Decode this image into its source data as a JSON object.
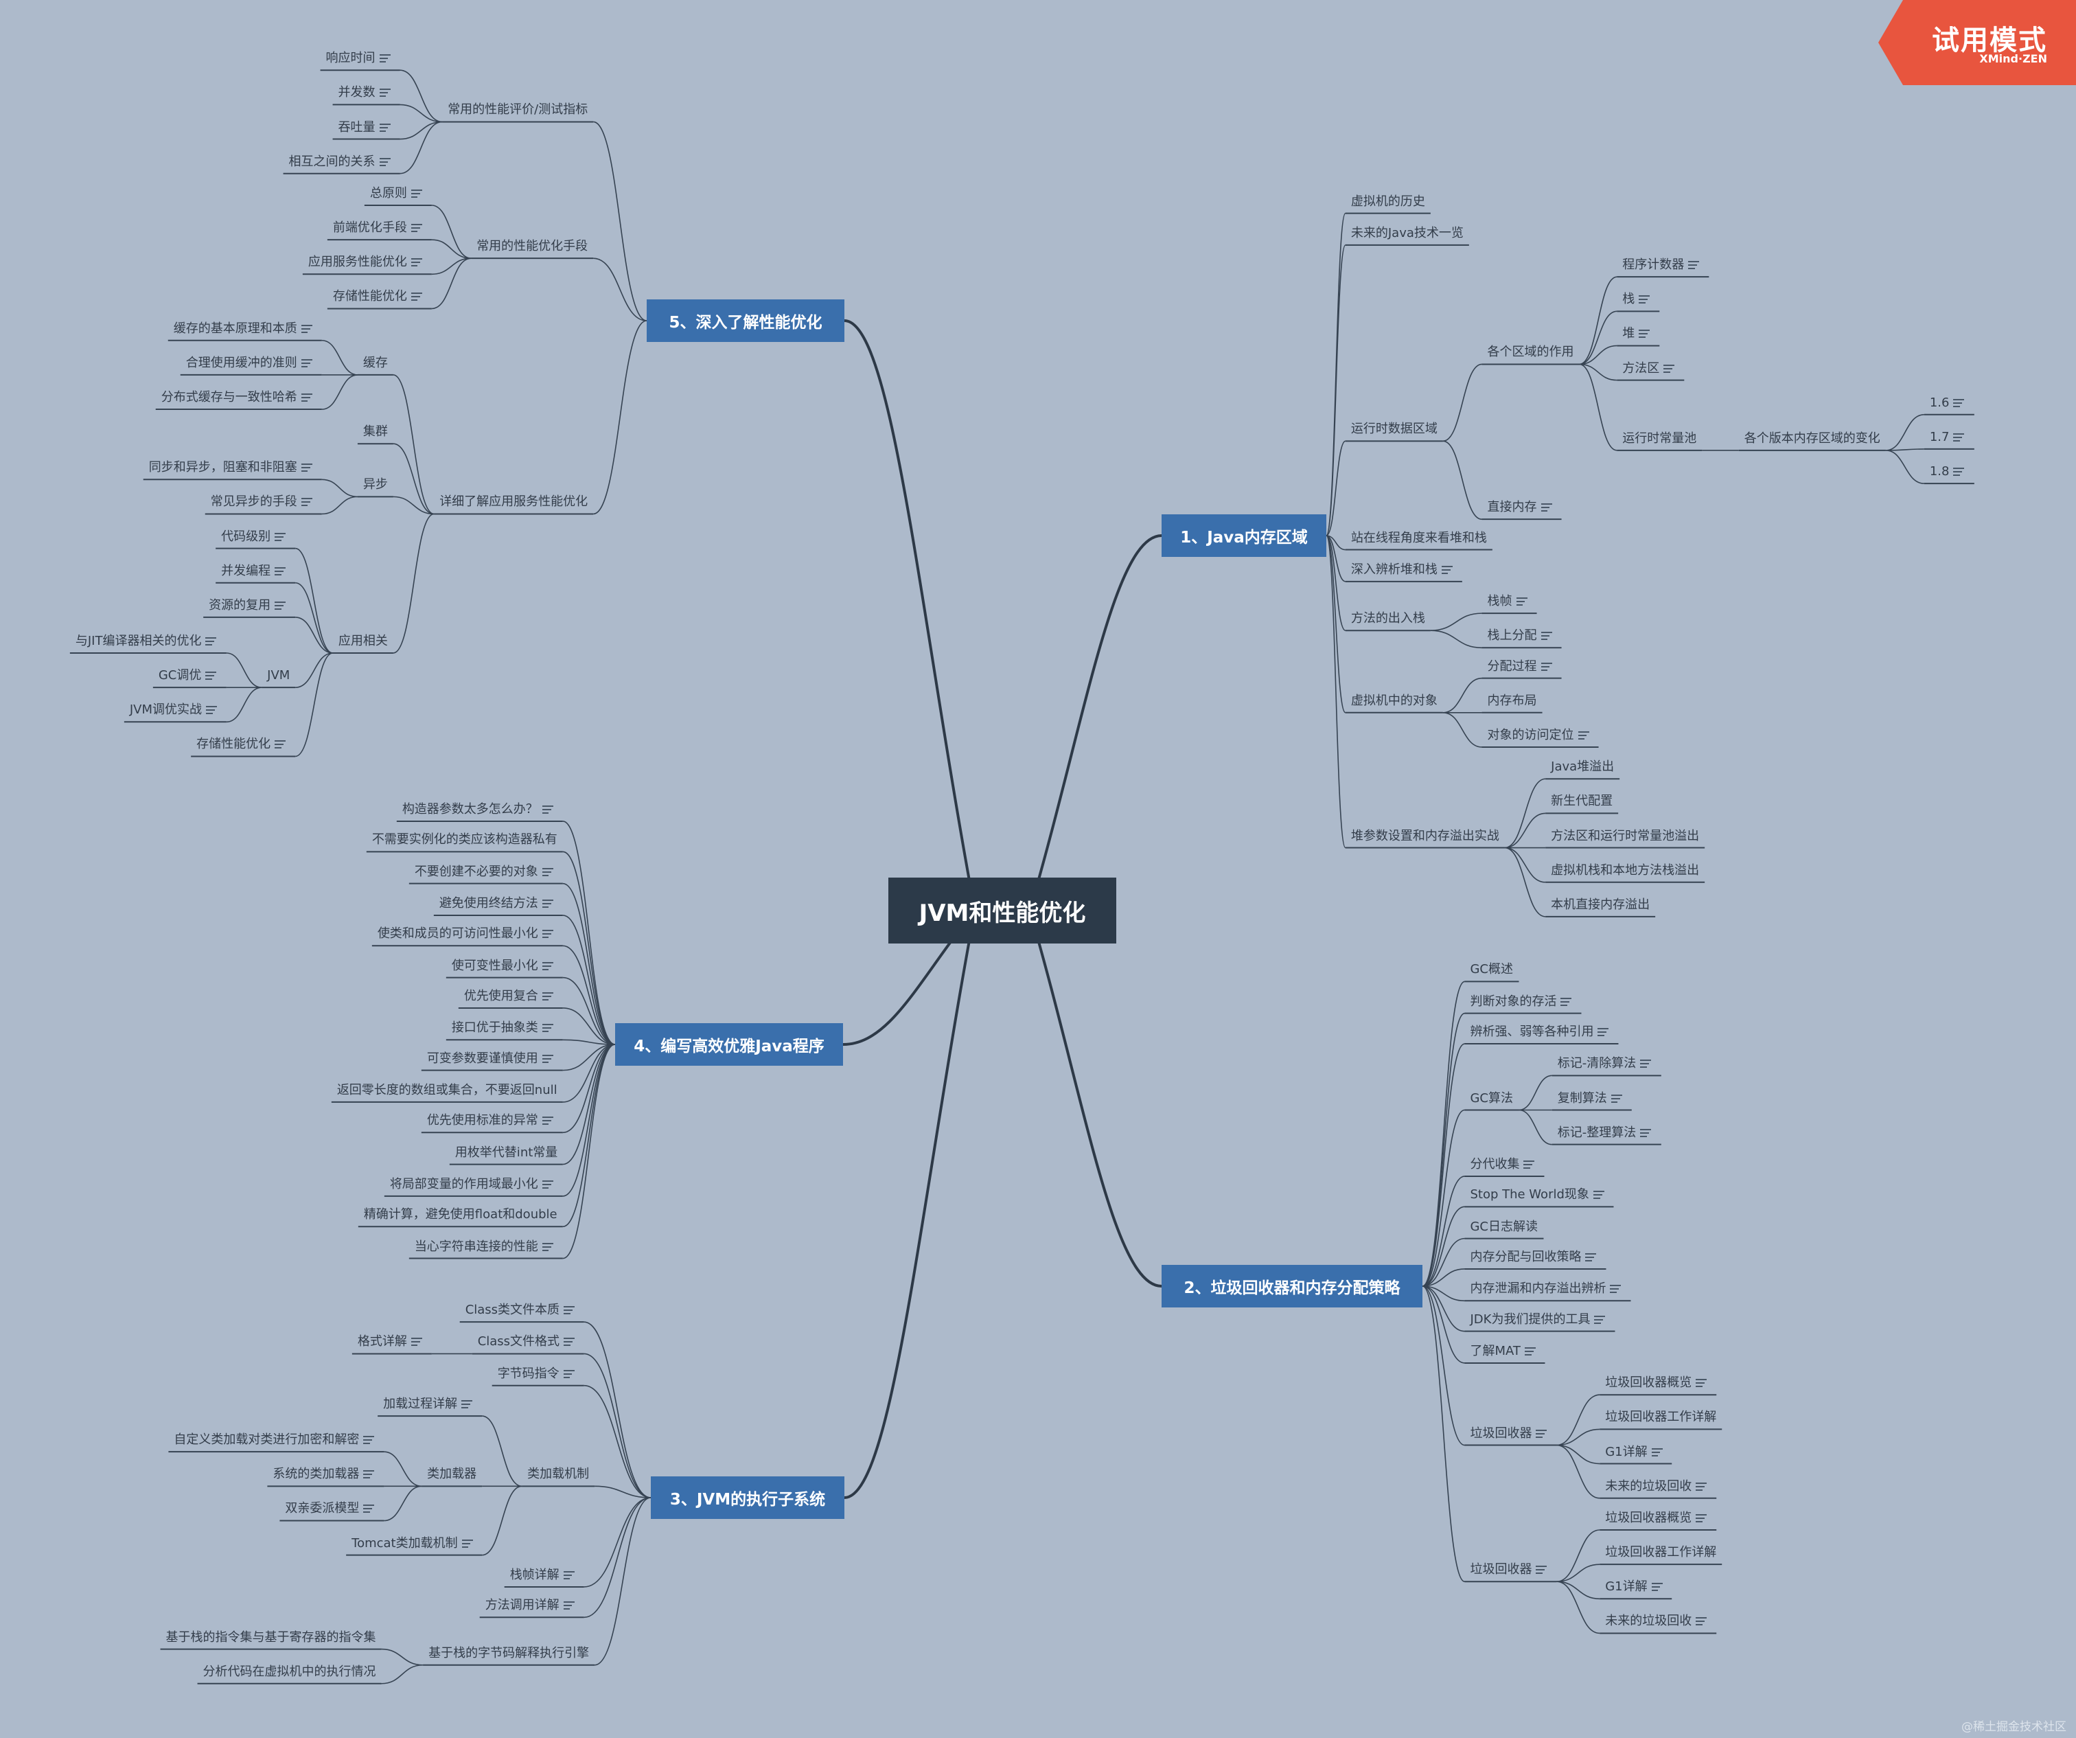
{
  "central": "JVM和性能优化",
  "trial": {
    "title": "试用模式",
    "brand": "XMind·ZEN"
  },
  "watermark": "@稀土掘金技术社区",
  "branches": [
    {
      "label": "1、Java内存区域",
      "children": [
        {
          "label": "虚拟机的历史"
        },
        {
          "label": "未来的Java技术一览"
        },
        {
          "label": "运行时数据区域",
          "children": [
            {
              "label": "各个区域的作用",
              "children": [
                {
                  "label": "程序计数器",
                  "note": true
                },
                {
                  "label": "栈",
                  "note": true
                },
                {
                  "label": "堆",
                  "note": true
                },
                {
                  "label": "方法区",
                  "note": true
                },
                {
                  "label": "运行时常量池",
                  "children": [
                    {
                      "label": "各个版本内存区域的变化",
                      "children": [
                        {
                          "label": "1.6",
                          "note": true
                        },
                        {
                          "label": "1.7",
                          "note": true
                        },
                        {
                          "label": "1.8",
                          "note": true
                        }
                      ]
                    }
                  ]
                }
              ]
            },
            {
              "label": "直接内存",
              "note": true
            }
          ]
        },
        {
          "label": "站在线程角度来看堆和栈"
        },
        {
          "label": "深入辨析堆和栈",
          "note": true
        },
        {
          "label": "方法的出入栈",
          "children": [
            {
              "label": "栈帧",
              "note": true
            },
            {
              "label": "栈上分配",
              "note": true
            }
          ]
        },
        {
          "label": "虚拟机中的对象",
          "children": [
            {
              "label": "分配过程",
              "note": true
            },
            {
              "label": "内存布局"
            },
            {
              "label": "对象的访问定位",
              "note": true
            }
          ]
        },
        {
          "label": "堆参数设置和内存溢出实战",
          "children": [
            {
              "label": "Java堆溢出"
            },
            {
              "label": "新生代配置"
            },
            {
              "label": "方法区和运行时常量池溢出"
            },
            {
              "label": "虚拟机栈和本地方法栈溢出"
            },
            {
              "label": "本机直接内存溢出"
            }
          ]
        }
      ]
    },
    {
      "label": "2、垃圾回收器和内存分配策略",
      "children": [
        {
          "label": "GC概述"
        },
        {
          "label": "判断对象的存活",
          "note": true
        },
        {
          "label": "辨析强、弱等各种引用",
          "note": true
        },
        {
          "label": "GC算法",
          "children": [
            {
              "label": "标记-清除算法",
              "note": true
            },
            {
              "label": "复制算法",
              "note": true
            },
            {
              "label": "标记-整理算法",
              "note": true
            }
          ]
        },
        {
          "label": "分代收集",
          "note": true
        },
        {
          "label": "Stop The World现象",
          "note": true
        },
        {
          "label": "GC日志解读"
        },
        {
          "label": "内存分配与回收策略",
          "note": true
        },
        {
          "label": "内存泄漏和内存溢出辨析",
          "note": true
        },
        {
          "label": "JDK为我们提供的工具",
          "note": true
        },
        {
          "label": "了解MAT",
          "note": true
        },
        {
          "label": "垃圾回收器",
          "note": true,
          "children": [
            {
              "label": "垃圾回收器概览",
              "note": true
            },
            {
              "label": "垃圾回收器工作详解"
            },
            {
              "label": "G1详解",
              "note": true
            },
            {
              "label": "未来的垃圾回收",
              "note": true
            }
          ]
        },
        {
          "label": "垃圾回收器",
          "note": true,
          "children": [
            {
              "label": "垃圾回收器概览",
              "note": true
            },
            {
              "label": "垃圾回收器工作详解"
            },
            {
              "label": "G1详解",
              "note": true
            },
            {
              "label": "未来的垃圾回收",
              "note": true
            }
          ]
        }
      ]
    },
    {
      "label": "3、JVM的执行子系统",
      "children": [
        {
          "label": "Class类文件本质",
          "note": true
        },
        {
          "label": "Class文件格式",
          "note": true,
          "children": [
            {
              "label": "格式详解",
              "note": true
            }
          ]
        },
        {
          "label": "字节码指令",
          "note": true
        },
        {
          "label": "类加载机制",
          "children": [
            {
              "label": "加载过程详解",
              "note": true
            },
            {
              "label": "类加载器",
              "children": [
                {
                  "label": "自定义类加载对类进行加密和解密",
                  "note": true
                },
                {
                  "label": "系统的类加载器",
                  "note": true
                },
                {
                  "label": "双亲委派模型",
                  "note": true
                }
              ]
            },
            {
              "label": "Tomcat类加载机制",
              "note": true
            }
          ]
        },
        {
          "label": "栈帧详解",
          "note": true
        },
        {
          "label": "方法调用详解",
          "note": true
        },
        {
          "label": "基于栈的字节码解释执行引擎",
          "children": [
            {
              "label": "基于栈的指令集与基于寄存器的指令集"
            },
            {
              "label": "分析代码在虚拟机中的执行情况"
            }
          ]
        }
      ]
    },
    {
      "label": "4、编写高效优雅Java程序",
      "children": [
        {
          "label": "构造器参数太多怎么办？",
          "note": true
        },
        {
          "label": "不需要实例化的类应该构造器私有"
        },
        {
          "label": "不要创建不必要的对象",
          "note": true
        },
        {
          "label": "避免使用终结方法",
          "note": true
        },
        {
          "label": "使类和成员的可访问性最小化",
          "note": true
        },
        {
          "label": "使可变性最小化",
          "note": true
        },
        {
          "label": "优先使用复合",
          "note": true
        },
        {
          "label": "接口优于抽象类",
          "note": true
        },
        {
          "label": "可变参数要谨慎使用",
          "note": true
        },
        {
          "label": "返回零长度的数组或集合，不要返回null"
        },
        {
          "label": "优先使用标准的异常",
          "note": true
        },
        {
          "label": "用枚举代替int常量"
        },
        {
          "label": "将局部变量的作用域最小化",
          "note": true
        },
        {
          "label": "精确计算，避免使用float和double"
        },
        {
          "label": "当心字符串连接的性能",
          "note": true
        }
      ]
    },
    {
      "label": "5、深入了解性能优化",
      "children": [
        {
          "label": "常用的性能评价/测试指标",
          "children": [
            {
              "label": "响应时间",
              "note": true
            },
            {
              "label": "并发数",
              "note": true
            },
            {
              "label": "吞吐量",
              "note": true
            },
            {
              "label": "相互之间的关系",
              "note": true
            }
          ]
        },
        {
          "label": "常用的性能优化手段",
          "children": [
            {
              "label": "总原则",
              "note": true
            },
            {
              "label": "前端优化手段",
              "note": true
            },
            {
              "label": "应用服务性能优化",
              "note": true
            },
            {
              "label": "存储性能优化",
              "note": true
            }
          ]
        },
        {
          "label": "详细了解应用服务性能优化",
          "children": [
            {
              "label": "缓存",
              "children": [
                {
                  "label": "缓存的基本原理和本质",
                  "note": true
                },
                {
                  "label": "合理使用缓冲的准则",
                  "note": true
                },
                {
                  "label": "分布式缓存与一致性哈希",
                  "note": true
                }
              ]
            },
            {
              "label": "集群"
            },
            {
              "label": "异步",
              "children": [
                {
                  "label": "同步和异步，阻塞和非阻塞",
                  "note": true
                },
                {
                  "label": "常见异步的手段",
                  "note": true
                }
              ]
            },
            {
              "label": "应用相关",
              "children": [
                {
                  "label": "代码级别",
                  "note": true
                },
                {
                  "label": "并发编程",
                  "note": true
                },
                {
                  "label": "资源的复用",
                  "note": true
                },
                {
                  "label": "JVM",
                  "children": [
                    {
                      "label": "与JIT编译器相关的优化",
                      "note": true
                    },
                    {
                      "label": "GC调优",
                      "note": true
                    },
                    {
                      "label": "JVM调优实战",
                      "note": true
                    }
                  ]
                },
                {
                  "label": "存储性能优化",
                  "note": true
                }
              ]
            }
          ]
        }
      ]
    }
  ]
}
